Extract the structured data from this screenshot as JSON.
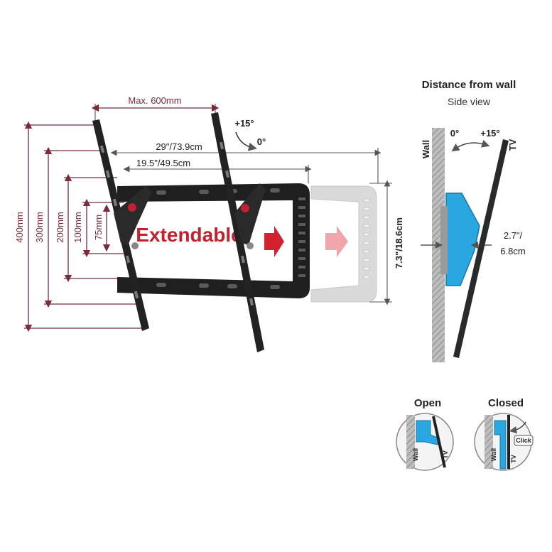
{
  "dimensions": {
    "max_width": "Max. 600mm",
    "width_extended": "29\"/73.9cm",
    "width_base": "19.5\"/49.5cm",
    "height_frame": "7.3\"/18.6cm",
    "vesa_400": "400mm",
    "vesa_300": "300mm",
    "vesa_200": "200mm",
    "vesa_100": "100mm",
    "vesa_75": "75mm",
    "tilt_plus": "+15°",
    "tilt_zero": "0°"
  },
  "banner": {
    "label": "Extendable"
  },
  "side_view": {
    "title": "Distance from wall",
    "subtitle": "Side view",
    "angle_zero": "0°",
    "angle_plus": "+15°",
    "wall_label": "Wall",
    "tv_label": "TV",
    "distance": "2.7\"/",
    "distance_cm": "6.8cm"
  },
  "lock_states": {
    "open_label": "Open",
    "closed_label": "Closed",
    "wall_label": "Wall",
    "tv_label": "TV",
    "click_label": "Click"
  },
  "colors": {
    "bracket": "#1f1f1f",
    "accent_red": "#c0222f",
    "dim_red": "#7a2a3a",
    "blue_arm": "#2aa7e0",
    "ghost": "#d9d9d9"
  }
}
